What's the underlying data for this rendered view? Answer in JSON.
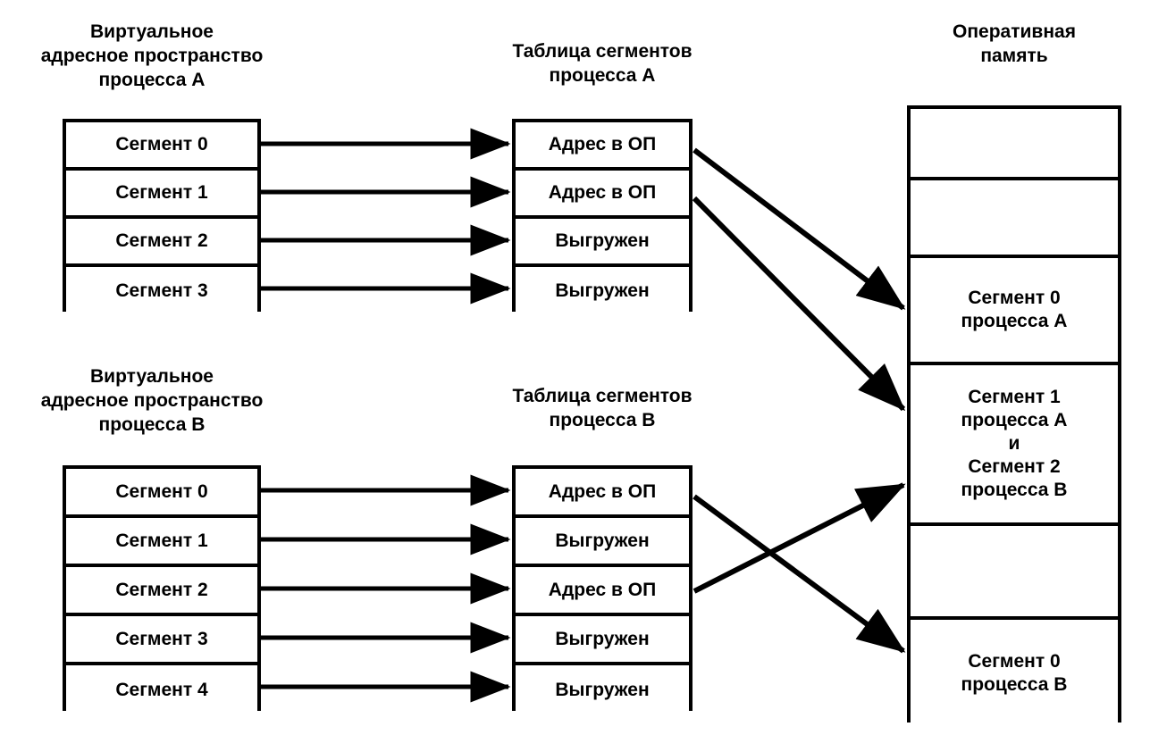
{
  "diagram": {
    "titles": {
      "vas_a": "Виртуальное\nадресное пространство\nпроцесса А",
      "seg_table_a": "Таблица сегментов\nпроцесса А",
      "ram": "Оперативная\nпамять",
      "vas_b": "Виртуальное\nадресное пространство\nпроцесса В",
      "seg_table_b": "Таблица сегментов\nпроцесса В"
    },
    "vas_a_segments": [
      "Сегмент 0",
      "Сегмент 1",
      "Сегмент 2",
      "Сегмент 3"
    ],
    "seg_table_a_entries": [
      "Адрес в ОП",
      "Адрес в ОП",
      "Выгружен",
      "Выгружен"
    ],
    "vas_b_segments": [
      "Сегмент 0",
      "Сегмент 1",
      "Сегмент 2",
      "Сегмент 3",
      "Сегмент 4"
    ],
    "seg_table_b_entries": [
      "Адрес в ОП",
      "Выгружен",
      "Адрес в ОП",
      "Выгружен",
      "Выгружен"
    ],
    "ram_blocks": [
      "",
      "",
      "Сегмент 0\nпроцесса А",
      "Сегмент 1\nпроцесса А\nи\nСегмент 2\nпроцесса В",
      "",
      "Сегмент 0\nпроцесса В"
    ],
    "colors": {
      "line": "#000000",
      "background": "#ffffff",
      "text": "#000000"
    }
  }
}
